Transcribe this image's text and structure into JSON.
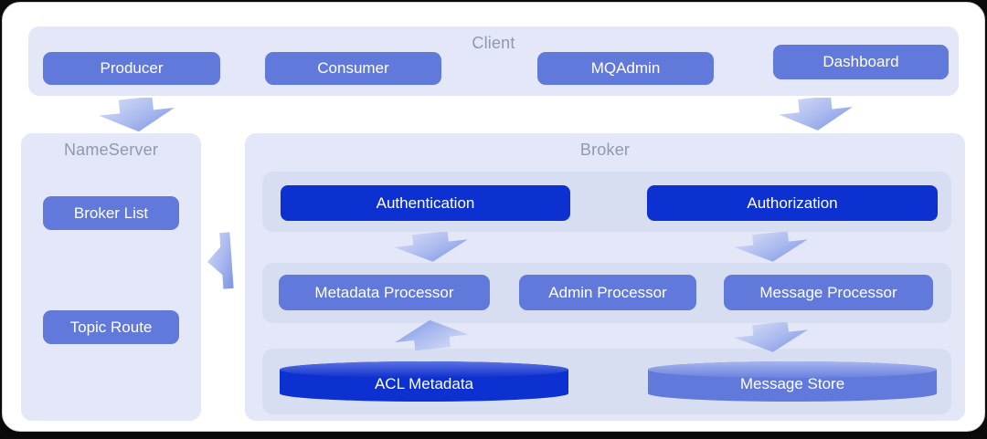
{
  "client": {
    "title": "Client",
    "buttons": [
      {
        "label": "Producer"
      },
      {
        "label": "Consumer"
      },
      {
        "label": "MQAdmin"
      },
      {
        "label": "Dashboard"
      }
    ]
  },
  "nameserver": {
    "title": "NameServer",
    "buttons": [
      {
        "label": "Broker List"
      },
      {
        "label": "Topic Route"
      }
    ]
  },
  "broker": {
    "title": "Broker",
    "auth_modules": [
      {
        "label": "Authentication"
      },
      {
        "label": "Authorization"
      }
    ],
    "processors": [
      {
        "label": "Metadata Processor"
      },
      {
        "label": "Admin Processor"
      },
      {
        "label": "Message Processor"
      }
    ],
    "stores": [
      {
        "label": "ACL Metadata"
      },
      {
        "label": "Message Store"
      }
    ]
  },
  "icons": {
    "arrows": [
      "arrow-client-to-nameserver",
      "arrow-client-to-broker",
      "arrow-broker-to-nameserver",
      "arrow-authentication-down",
      "arrow-authorization-down",
      "arrow-acl-metadata-up",
      "arrow-message-processor-down"
    ]
  },
  "colors": {
    "card_bg": "#FFFFFF",
    "panel_bg": "#E3E7F7",
    "band_bg": "#D8DEF2",
    "node_blue": "#6179DA",
    "node_dark_blue": "#0D30D1",
    "title_gray": "#9299AC",
    "arrow_light": "#D3DBF5",
    "arrow_dark": "#8096E3"
  }
}
